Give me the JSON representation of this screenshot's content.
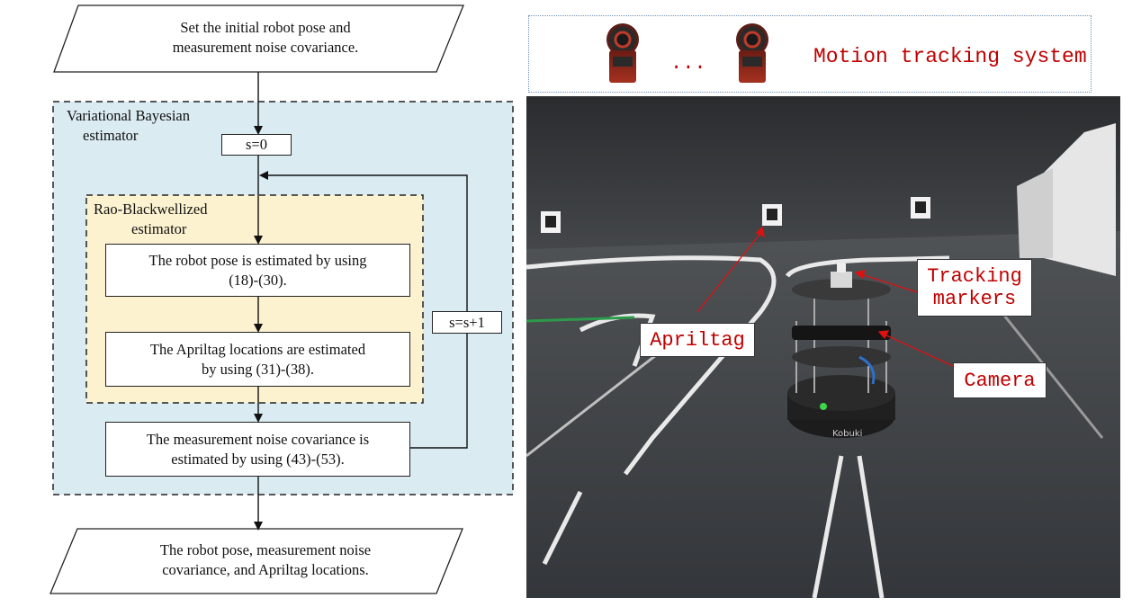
{
  "flowchart": {
    "start": [
      "Set the initial robot pose and",
      "measurement noise covariance."
    ],
    "vb_label": [
      "Variational Bayesian",
      "estimator"
    ],
    "init": "s=0",
    "rb_label": [
      "Rao-Blackwellized",
      "estimator"
    ],
    "step_pose": [
      "The robot pose is estimated by using",
      "(18)-(30)."
    ],
    "step_tags": [
      "The Apriltag locations are estimated",
      "by using (31)-(38)."
    ],
    "step_noise": [
      "The measurement noise covariance is",
      "estimated by using (43)-(53)."
    ],
    "increment": "s=s+1",
    "end": [
      "The robot pose, measurement noise",
      "covariance, and Apriltag locations."
    ]
  },
  "photo": {
    "mocap_dots": "...",
    "mocap_title": "Motion tracking system",
    "callouts": {
      "apriltag": "Apriltag",
      "markers": [
        "Tracking",
        "markers"
      ],
      "camera": "Camera"
    },
    "robot_brand": "Kobuki"
  },
  "colors": {
    "vb_fill": "#daebf2",
    "rb_fill": "#fdf2d0",
    "annotation_red": "#c00000",
    "floor": "#3b3d40"
  }
}
